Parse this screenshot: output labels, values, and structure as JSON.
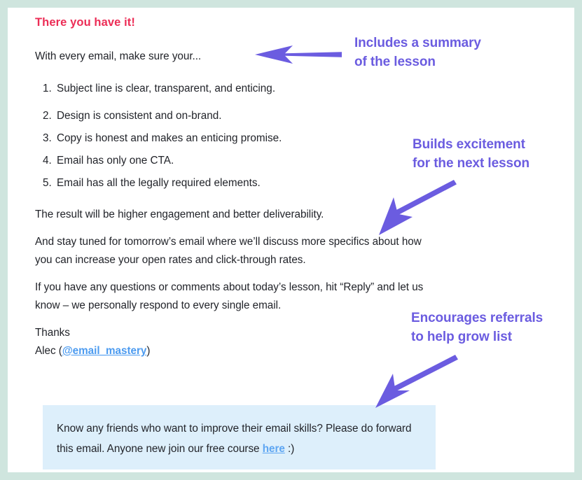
{
  "theme": {
    "frame_color": "#cfe5de",
    "card_background": "#ffffff",
    "headline_color": "#ec2d56",
    "body_text_color": "#22242a",
    "annotation_color": "#6b5ce0",
    "link_color": "#4c9bf0",
    "callout_background": "#ddeffb",
    "callout_link_color": "#5ea6f2"
  },
  "email": {
    "headline": "There you have it!",
    "intro": "With every email, make sure your...",
    "checklist": [
      {
        "num": "1.",
        "text": "Subject line is clear, transparent, and enticing."
      },
      {
        "num": "2.",
        "text": "Design is consistent and on-brand."
      },
      {
        "num": "3.",
        "text": "Copy is honest and makes an enticing promise."
      },
      {
        "num": "4.",
        "text": "Email has only one CTA."
      },
      {
        "num": "5.",
        "text": "Email has all the legally required elements."
      }
    ],
    "result_paragraph": "The result will be higher engagement and better deliverability.",
    "teaser_paragraph": "And stay tuned for tomorrow’s email where we’ll discuss more specifics about how you can increase your open rates and click-through rates.",
    "reply_paragraph": "If you have any questions or comments about today’s lesson, hit “Reply” and let us know – we personally respond to every single email.",
    "signoff": "Thanks",
    "sender_prefix": "Alec (",
    "sender_handle": "@email_mastery",
    "sender_suffix": ")"
  },
  "referral_callout": {
    "text_before_link": "Know any friends who want to improve their email skills? Please do forward this email. Anyone new join our free course ",
    "link_label": "here",
    "text_after_link": " :)"
  },
  "annotations": [
    {
      "id": "summary",
      "text": "Includes a summary\nof the lesson",
      "arrow": "arrow-left-horizontal"
    },
    {
      "id": "excitement",
      "text": "Builds excitement\nfor the next lesson",
      "arrow": "arrow-down-left-diagonal"
    },
    {
      "id": "referral",
      "text": "Encourages referrals\nto help grow list",
      "arrow": "arrow-down-left-diagonal"
    }
  ]
}
